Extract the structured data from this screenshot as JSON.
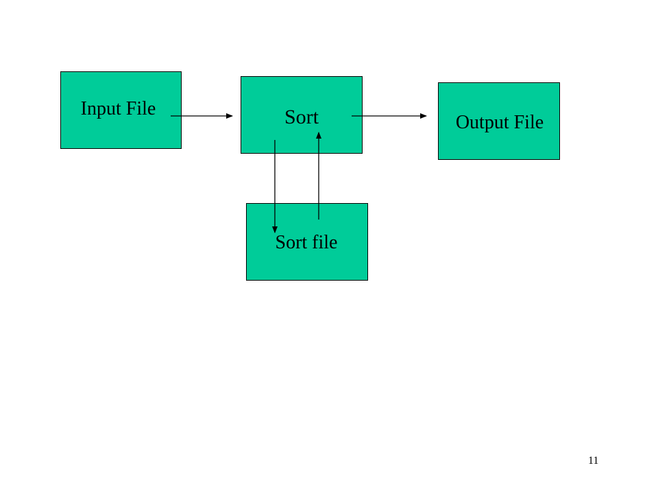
{
  "diagram": {
    "nodes": {
      "input_file": "Input File",
      "sort": "Sort",
      "output_file": "Output File",
      "sort_file": "Sort file"
    },
    "edges": [
      {
        "from": "Input File",
        "to": "Sort"
      },
      {
        "from": "Sort",
        "to": "Output File"
      },
      {
        "from": "Sort",
        "to": "Sort file"
      },
      {
        "from": "Sort file",
        "to": "Sort"
      }
    ],
    "colors": {
      "box_fill": "#00cc99",
      "box_border": "#000000",
      "arrow": "#000000"
    }
  },
  "page": {
    "number": "11"
  }
}
